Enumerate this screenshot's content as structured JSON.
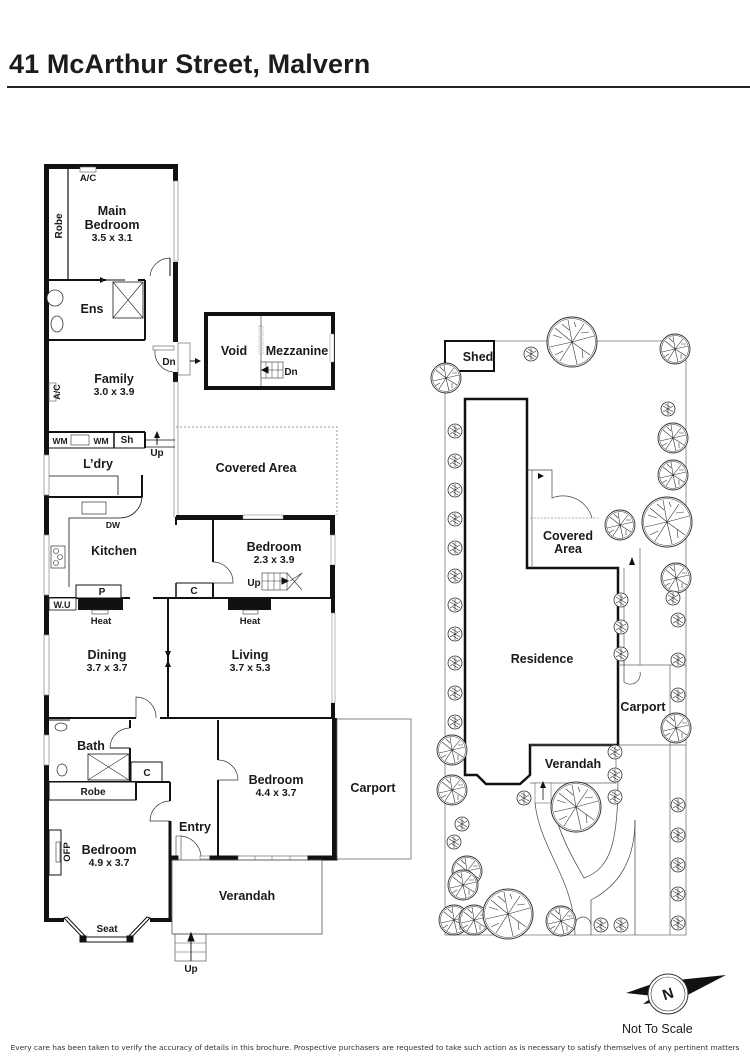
{
  "header": {
    "title": "41 McArthur Street, Malvern"
  },
  "floor_plan": {
    "rooms": {
      "main_bedroom": {
        "name_line1": "Main",
        "name_line2": "Bedroom",
        "size": "3.5 x 3.1"
      },
      "ensuite": {
        "name": "Ens"
      },
      "family": {
        "name": "Family",
        "size": "3.0 x 3.9"
      },
      "laundry": {
        "name": "L’dry"
      },
      "kitchen": {
        "name": "Kitchen"
      },
      "covered_area": {
        "name": "Covered Area"
      },
      "bedroom_2": {
        "name": "Bedroom",
        "size": "2.3 x 3.9"
      },
      "dining": {
        "name": "Dining",
        "size": "3.7 x 3.7"
      },
      "living": {
        "name": "Living",
        "size": "3.7 x 5.3"
      },
      "bath": {
        "name": "Bath"
      },
      "bedroom_3": {
        "name": "Bedroom",
        "size": "4.4 x 3.7"
      },
      "bedroom_4": {
        "name": "Bedroom",
        "size": "4.9 x 3.7"
      },
      "entry": {
        "name": "Entry"
      },
      "verandah": {
        "name": "Verandah"
      },
      "carport": {
        "name": "Carport"
      },
      "void": {
        "name": "Void"
      },
      "mezzanine": {
        "name": "Mezzanine"
      }
    },
    "fixtures": {
      "ac_top": "A/C",
      "robe_main": "Robe",
      "ac_family": "A/C",
      "wm_1": "WM",
      "wm_2": "WM",
      "shower": "Sh",
      "up_laundry": "Up",
      "dn_family": "Dn",
      "dn_mezz": "Dn",
      "dw": "DW",
      "pantry": "P",
      "wu": "W.U",
      "heat_dining": "Heat",
      "heat_living": "Heat",
      "cupboard_hall": "C",
      "up_bedroom": "Up",
      "cupboard_bath": "C",
      "robe_bed4": "Robe",
      "ofp": "OFP",
      "seat": "Seat",
      "up_front": "Up"
    }
  },
  "site_plan": {
    "labels": {
      "shed": "Shed",
      "covered_area_line1": "Covered",
      "covered_area_line2": "Area",
      "residence": "Residence",
      "carport": "Carport",
      "verandah": "Verandah"
    }
  },
  "legend": {
    "north_letter": "N",
    "scale_note": "Not To Scale"
  },
  "footer": {
    "disclaimer": "Every care has been taken to verify the accuracy of details in this brochure. Prospective purchasers are requested to take such action as is necessary to satisfy themselves of any pertinent matters"
  }
}
